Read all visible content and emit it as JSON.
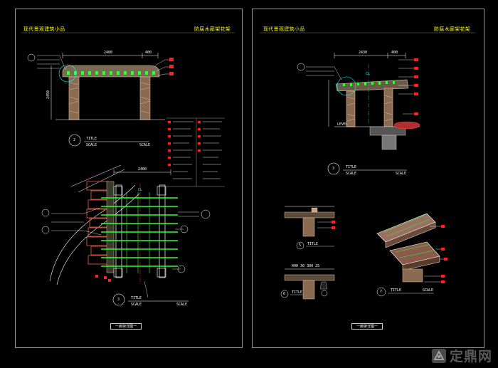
{
  "sheet_left": {
    "header_left": "现代景观建筑小品",
    "header_right": "防腐木廊架花架",
    "elevation_title": "TITLE",
    "elevation_scale_left": "SCALE",
    "elevation_scale_right": "SCALE",
    "elevation_number": "2",
    "plan_title": "TITLE",
    "plan_scale_left": "SCALE",
    "plan_scale_right": "SCALE",
    "plan_number": "3",
    "dim_top": "2400",
    "dim_top_right": "400",
    "dim_left_vert": "2450",
    "cl_label": "CL",
    "bottom_tag": "一廊架详图一"
  },
  "sheet_right": {
    "header_left": "现代景观建筑小品",
    "header_right": "防腐木廊架花架",
    "section_title": "TITLE",
    "section_scale_left": "SCALE",
    "section_scale_right": "SCALE",
    "section_number": "3",
    "dim_top": "2430",
    "dim_top_right": "400",
    "cl_label": "CL",
    "level_label": "LEVEL",
    "detail1_title": "TITLE",
    "detail1_number": "5",
    "detail2_number": "6",
    "detail2_title": "TITLE",
    "detail2_dims": "400   30  300  25",
    "axo_number": "7",
    "axo_title": "TITLE",
    "axo_scale": "SCALE",
    "bottom_tag": "一廊架详图一"
  },
  "watermark": {
    "logo_icon": "zhulong-logo-icon",
    "text": "定鼎网"
  },
  "colors": {
    "background": "#000000",
    "frame": "#9a9a9a",
    "yellow": "#ffff00",
    "red": "#ff2020",
    "green": "#33ff33",
    "cyan": "#00ffff",
    "brick": "#c0503a",
    "wood": "#c9a07a"
  }
}
